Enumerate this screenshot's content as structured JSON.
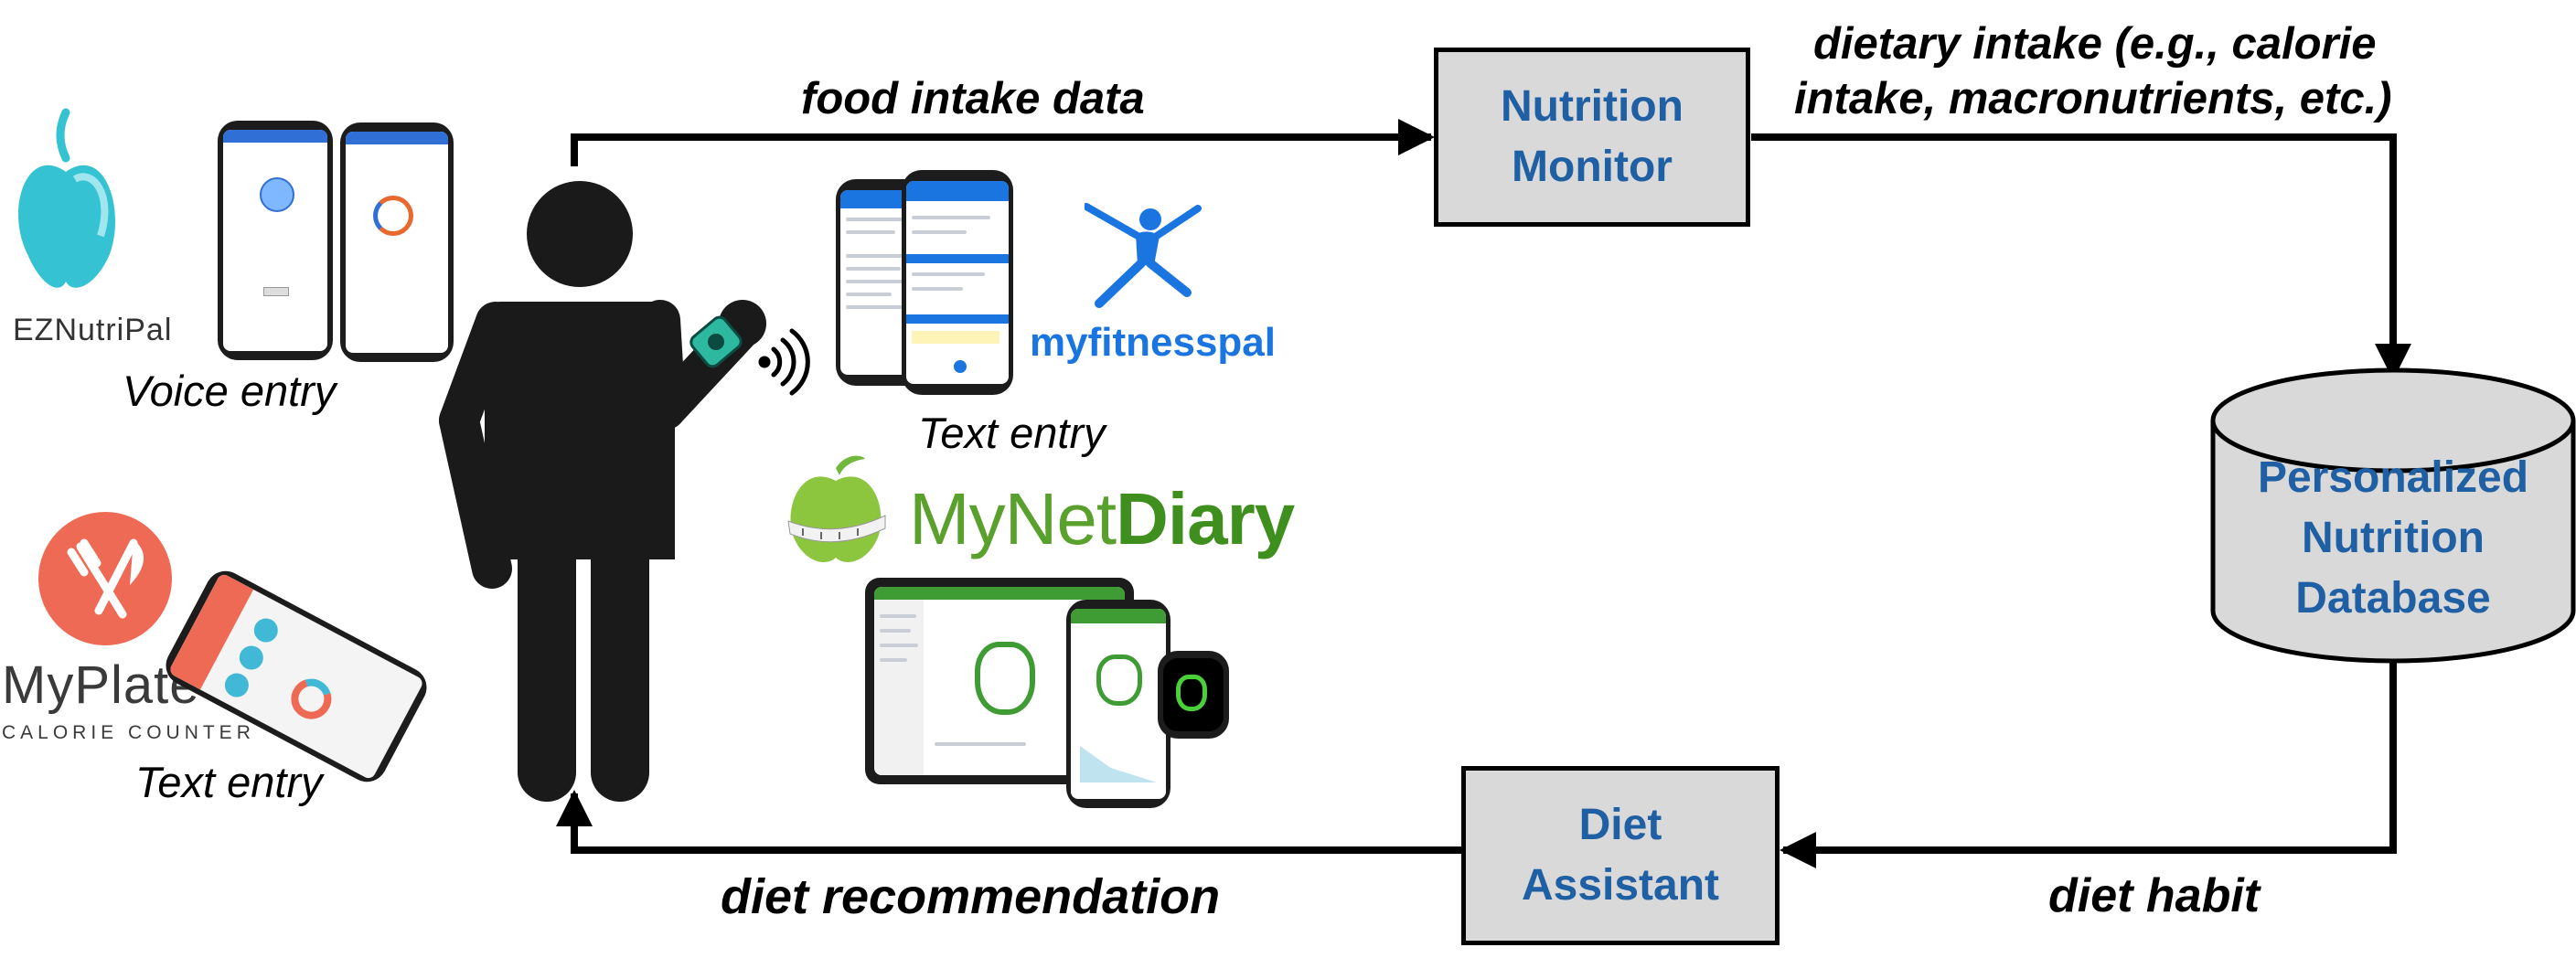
{
  "diagram": {
    "nodes": {
      "nutrition_monitor": "Nutrition\nMonitor",
      "database": "Personalized\nNutrition\nDatabase",
      "diet_assistant": "Diet\nAssistant"
    },
    "edges": {
      "food_intake": "food intake data",
      "dietary_intake_line1": "dietary intake (e.g., calorie",
      "dietary_intake_line2": "intake, macronutrients, etc.)",
      "diet_habit": "diet habit",
      "diet_recommendation": "diet recommendation"
    }
  },
  "apps": {
    "eznutripal": {
      "name": "EZNutriPal",
      "entry": "Voice entry"
    },
    "myplate": {
      "name": "MyPlate",
      "subtitle": "CALORIE COUNTER",
      "entry": "Text entry"
    },
    "myfitnesspal": {
      "name": "myfitnesspal",
      "entry": "Text entry"
    },
    "mynetdiary": {
      "name_part1": "MyNet",
      "name_part2": "Diary"
    }
  },
  "colors": {
    "node_text": "#1f5fa3",
    "node_fill": "#d9d9d9",
    "eznutripal_teal": "#35c3d3",
    "myplate_red": "#ef6a55",
    "myfitnesspal_blue": "#1a75e0",
    "mynetdiary_green": "#5aa02c",
    "watch_teal": "#2db8a0"
  },
  "icons": [
    "person-icon",
    "smartwatch-icon",
    "wireless-signal-icon",
    "apple-logo-icon",
    "fork-knife-icon",
    "jumping-figure-icon",
    "apple-tape-icon"
  ]
}
